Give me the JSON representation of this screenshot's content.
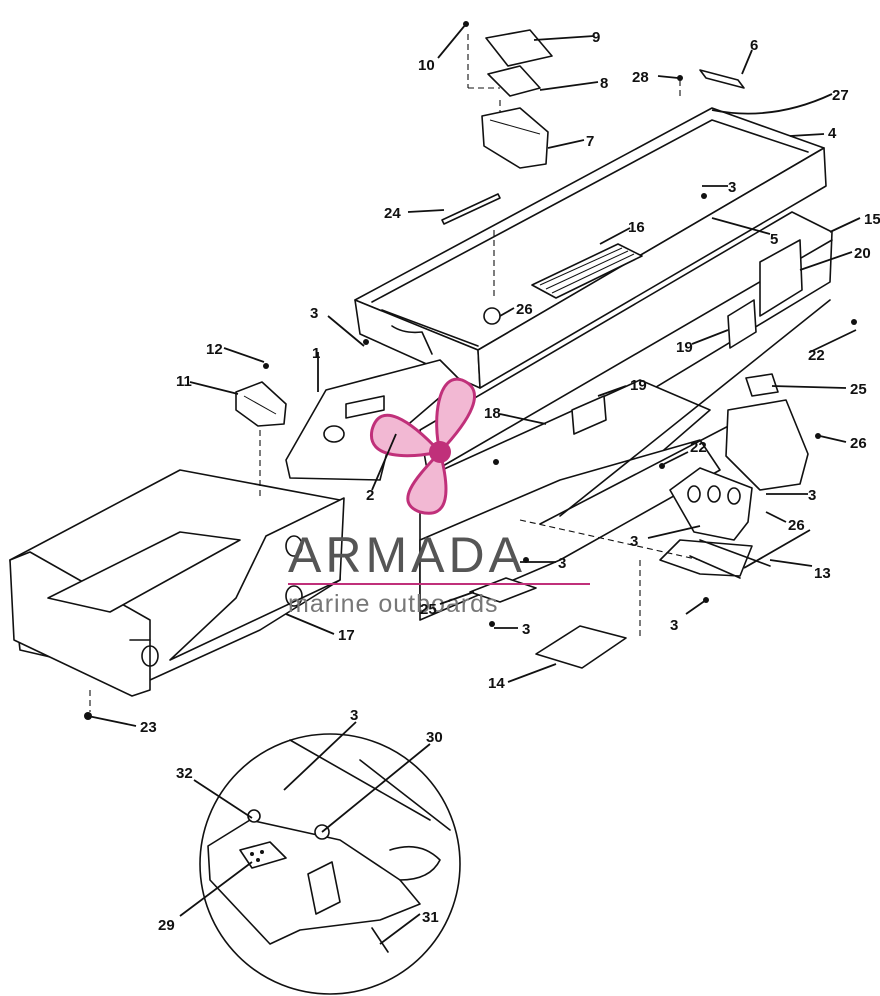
{
  "watermark": {
    "brand": "ARMADA",
    "tagline": "marine outboards",
    "accent_color": "#c0307a",
    "text_color": "#555555"
  },
  "callouts": {
    "c1": "1",
    "c2": "2",
    "c3a": "3",
    "c3b": "3",
    "c3c": "3",
    "c3d": "3",
    "c3e": "3",
    "c3f": "3",
    "c3g": "3",
    "c3h": "3",
    "c4": "4",
    "c5": "5",
    "c6": "6",
    "c7": "7",
    "c8": "8",
    "c9": "9",
    "c10": "10",
    "c11": "11",
    "c12": "12",
    "c13": "13",
    "c14": "14",
    "c15": "15",
    "c16": "16",
    "c17": "17",
    "c18": "18",
    "c19a": "19",
    "c19b": "19",
    "c20": "20",
    "c22a": "22",
    "c22b": "22",
    "c23": "23",
    "c24": "24",
    "c25a": "25",
    "c25b": "25",
    "c26a": "26",
    "c26b": "26",
    "c26c": "26",
    "c27": "27",
    "c28": "28",
    "c29": "29",
    "c30": "30",
    "c31": "31",
    "c32": "32"
  }
}
